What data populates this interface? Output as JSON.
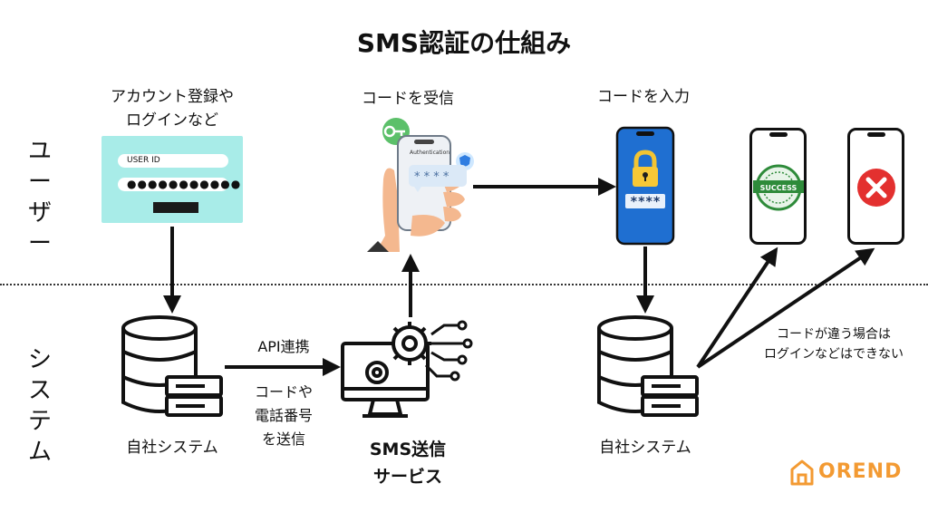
{
  "title": "SMS認証の仕組み",
  "rows": {
    "user": "ユーザー",
    "system": "システム"
  },
  "labels": {
    "account_register": "アカウント登録や",
    "account_login": "ログインなど",
    "receive_code": "コードを受信",
    "enter_code": "コードを入力",
    "api": "API連携",
    "send_line1": "コードや",
    "send_line2": "電話番号",
    "send_line3": "を送信",
    "own_system_left": "自社システム",
    "own_system_right": "自社システム",
    "sms_line1": "SMS送信",
    "sms_line2": "サービス",
    "mismatch_line1": "コードが違う場合は",
    "mismatch_line2": "ログインなどはできない"
  },
  "form": {
    "user_id_placeholder": "USER ID",
    "password_mask": "●●●●●●●●●●●"
  },
  "phone_auth": {
    "header": "Authentication",
    "code_mask": "* * * *"
  },
  "phone_input": {
    "code_mask": "****"
  },
  "result": {
    "success": "SUCCESS"
  },
  "logo": {
    "text": "OREND"
  },
  "colors": {
    "accent_orange": "#f39a32",
    "form_bg": "#a8ece8",
    "phone_blue": "#1f6fd1",
    "success_green": "#2e8b3a",
    "error_red": "#e3302f"
  },
  "icons": [
    "key-icon",
    "shield-icon",
    "lock-icon",
    "gear-icon",
    "database-icon",
    "server-icon",
    "monitor-icon",
    "check-stamp-icon",
    "error-x-icon",
    "house-logo-icon"
  ]
}
